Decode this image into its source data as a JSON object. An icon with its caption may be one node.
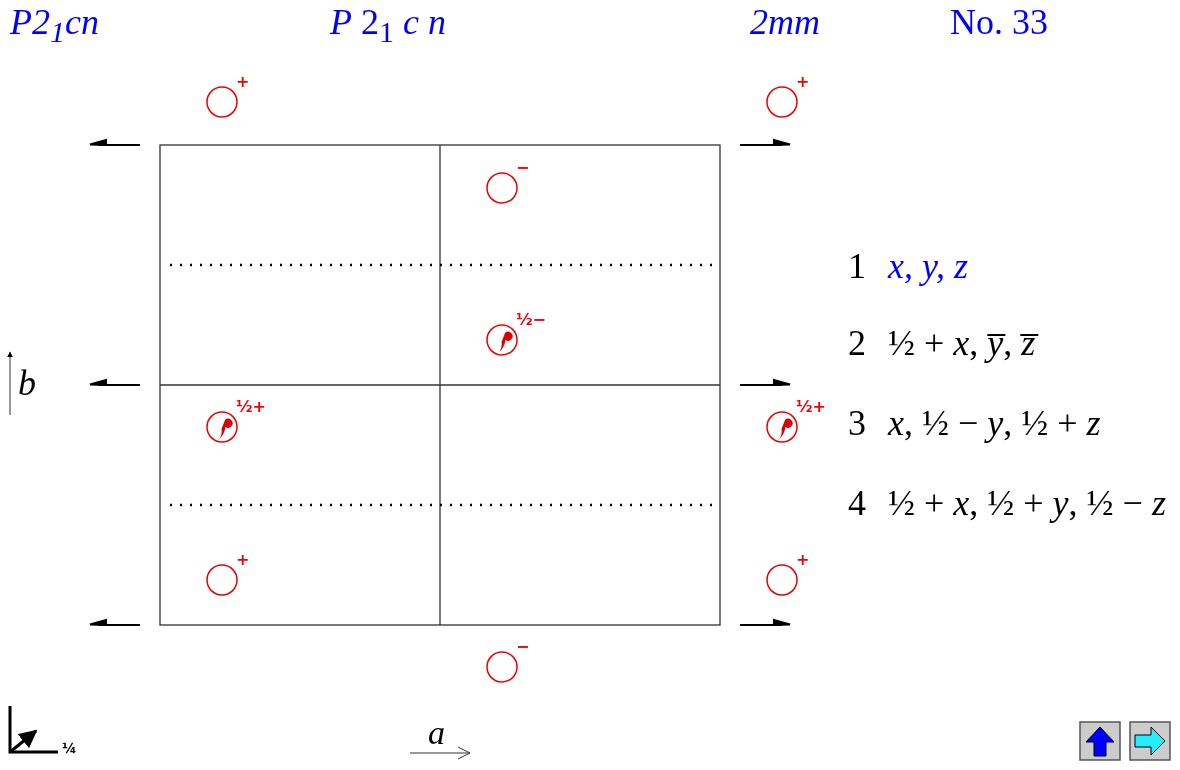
{
  "diagram": {
    "labels": [
      "P2$_{1}$cn",
      "*P* 2$_{1}$ *c* *n*",
      "2mm",
      "No. 33",
      "+",
      "+",
      "−",
      "½−",
      "½+",
      "½+",
      "+",
      "+",
      "−",
      "1",
      "x, y, z",
      "2",
      "½ + *x*, *y̅*, *z̅*",
      "3",
      "*x*, ½ − *y*, ½ + *z*",
      "4",
      "½ + *x*, ½ + *y*, ½ − *z*",
      "b",
      "¼",
      "a"
    ]
  }
}
